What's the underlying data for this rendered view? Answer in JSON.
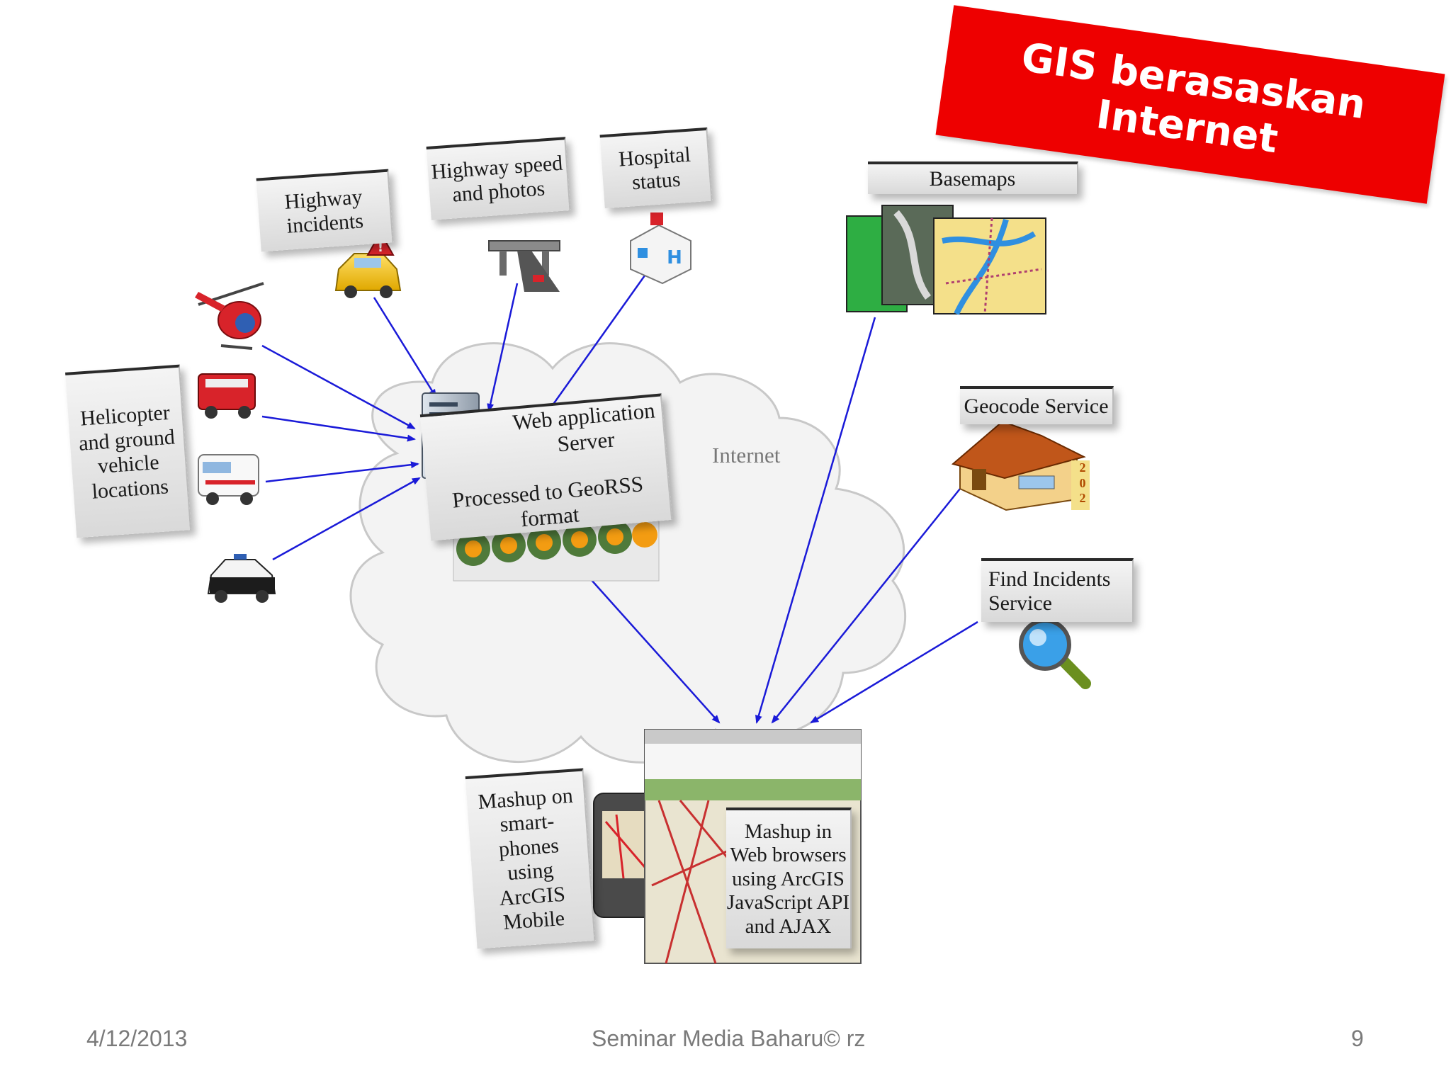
{
  "title_banner": "GIS berasaskan\nInternet",
  "labels": {
    "highway_incidents": "Highway\nincidents",
    "highway_speed": "Highway speed\nand photos",
    "hospital_status": "Hospital\nstatus",
    "basemaps": "Basemaps",
    "geocode_service": "Geocode Service",
    "find_incidents": "Find Incidents\nService",
    "helicopter": "Helicopter\nand ground\nvehicle\nlocations",
    "web_app_server": "Web application\nServer",
    "georss": "Processed to GeoRSS format",
    "internet": "Internet",
    "mashup_phones": "Mashup on\nsmart-\nphones\nusing\nArcGIS\nMobile",
    "mashup_browsers": "Mashup in\nWeb browsers\nusing ArcGIS\nJavaScript  API\nand AJAX",
    "house_number": "2\n0\n2"
  },
  "footer": {
    "date": "4/12/2013",
    "center": "Seminar Media Baharu© rz",
    "page": "9"
  },
  "colors": {
    "banner": "#ee0000",
    "arrow": "#1a1ad8",
    "cloud_fill": "#f3f3f3",
    "cloud_stroke": "#c8c8c8"
  },
  "icons": [
    "helicopter-icon",
    "fire-truck-icon",
    "ambulance-icon",
    "police-car-icon",
    "car-accident-icon",
    "highway-overpass-icon",
    "hospital-icon",
    "server-icon",
    "globe-icon",
    "rss-feed-icon",
    "house-icon",
    "magnifier-icon",
    "smartphone-icon",
    "browser-map-icon",
    "basemap-tiles-icon"
  ]
}
